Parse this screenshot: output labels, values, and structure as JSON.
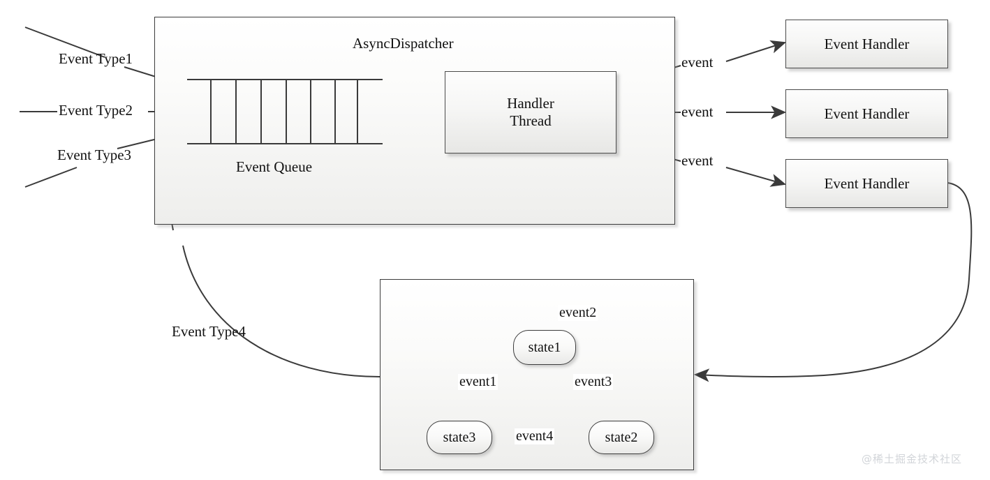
{
  "diagram": {
    "title": "AsyncDispatcher event flow",
    "watermark": "@稀土掘金技术社区",
    "colors": {
      "stroke": "#3b3b3b",
      "arrow": "#3a3a3a",
      "box_fill_top": "#fdfdfd",
      "box_fill_bottom": "#e7e7e5",
      "background": "#ffffff",
      "watermark": "#d2d5d9"
    }
  },
  "dispatcher": {
    "title": "AsyncDispatcher",
    "queue_label": "Event Queue",
    "queue_cells": 8,
    "handler_thread": "Handler\nThread",
    "handler_thread_line1": "Handler",
    "handler_thread_line2": "Thread"
  },
  "inputs": [
    {
      "label": "Event Type1"
    },
    {
      "label": "Event Type2"
    },
    {
      "label": "Event Type3"
    },
    {
      "label": "Event Type4"
    }
  ],
  "outputs": [
    {
      "edge_label": "event",
      "handler_label": "Event Handler"
    },
    {
      "edge_label": "event",
      "handler_label": "Event Handler"
    },
    {
      "edge_label": "event",
      "handler_label": "Event Handler"
    }
  ],
  "state_machine": {
    "states": [
      {
        "id": "state1",
        "label": "state1"
      },
      {
        "id": "state2",
        "label": "state2"
      },
      {
        "id": "state3",
        "label": "state3"
      }
    ],
    "transitions": [
      {
        "label": "event1",
        "from": "state3",
        "to": "state1"
      },
      {
        "label": "event2",
        "from": "state1",
        "to": "state1"
      },
      {
        "label": "event3",
        "from": "state1",
        "to": "state2"
      },
      {
        "label": "event4",
        "from": "state2",
        "to": "state3"
      }
    ]
  }
}
